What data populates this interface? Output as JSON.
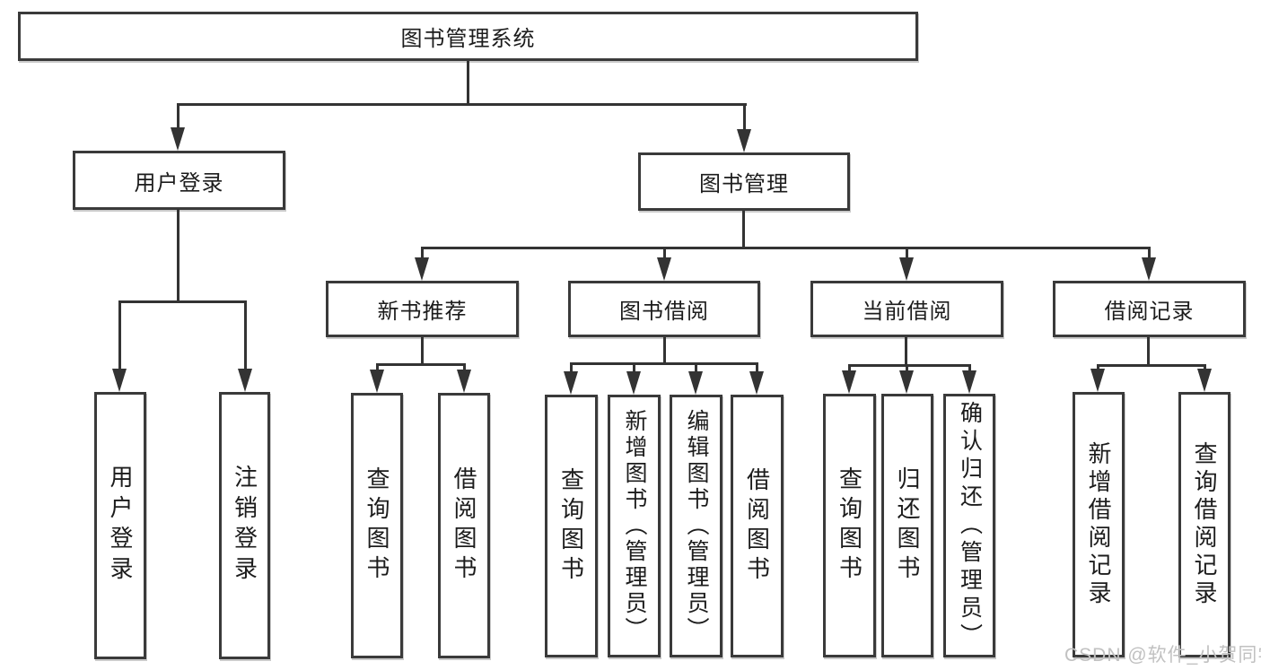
{
  "diagram": {
    "root": {
      "label": "图书管理系统"
    },
    "level2": [
      {
        "label": "用户登录"
      },
      {
        "label": "图书管理"
      }
    ],
    "level3": [
      {
        "label": "新书推荐"
      },
      {
        "label": "图书借阅"
      },
      {
        "label": "当前借阅"
      },
      {
        "label": "借阅记录"
      }
    ],
    "leaves": {
      "user_login": [
        {
          "label": "用户登录"
        },
        {
          "label": "注销登录"
        }
      ],
      "new_book": [
        {
          "label": "查询图书"
        },
        {
          "label": "借阅图书"
        }
      ],
      "book_borrow": [
        {
          "label": "查询图书"
        },
        {
          "label": "新增图书（管理员）"
        },
        {
          "label": "编辑图书（管理员）"
        },
        {
          "label": "借阅图书"
        }
      ],
      "current_borrow": [
        {
          "label": "查询图书"
        },
        {
          "label": "归还图书"
        },
        {
          "label": "确认归还（管理员）"
        }
      ],
      "borrow_record": [
        {
          "label": "新增借阅记录"
        },
        {
          "label": "查询借阅记录"
        }
      ]
    }
  },
  "watermark": {
    "text": "CSDN @软件_小贺同学"
  },
  "colors": {
    "line": "#333333",
    "border": "#3a3a3a",
    "text": "#1c1c1c",
    "watermark": "#c1c1c1",
    "background": "#ffffff"
  }
}
